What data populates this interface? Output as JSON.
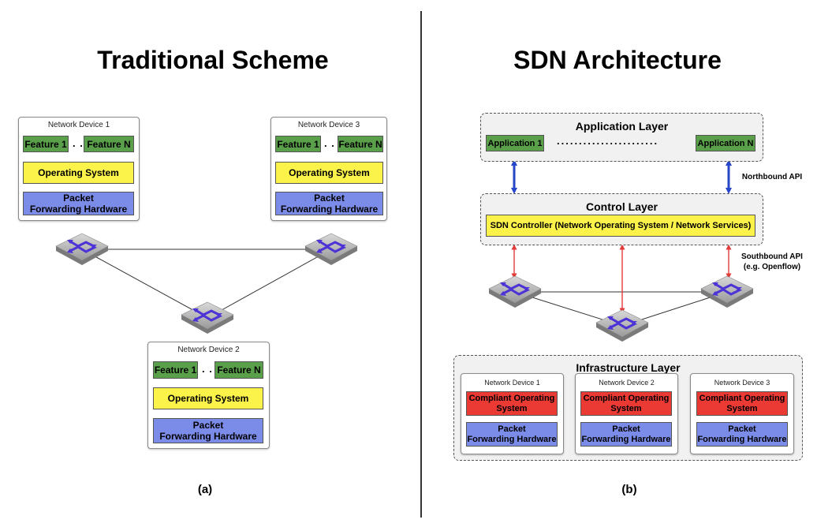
{
  "left": {
    "title": "Traditional Scheme",
    "caption": "(a)",
    "devices": [
      {
        "name": "Network Device 1",
        "feature1": "Feature 1",
        "featureN": "Feature N",
        "os": "Operating System",
        "hw_line1": "Packet",
        "hw_line2": "Forwarding Hardware"
      },
      {
        "name": "Network Device 3",
        "feature1": "Feature 1",
        "featureN": "Feature N",
        "os": "Operating System",
        "hw_line1": "Packet",
        "hw_line2": "Forwarding Hardware"
      },
      {
        "name": "Network Device 2",
        "feature1": "Feature 1",
        "featureN": "Feature N",
        "os": "Operating System",
        "hw_line1": "Packet",
        "hw_line2": "Forwarding Hardware"
      }
    ],
    "ellipsis": ". ."
  },
  "right": {
    "title": "SDN Architecture",
    "caption": "(b)",
    "application_layer": {
      "title": "Application Layer",
      "app1": "Application 1",
      "appN": "Application N",
      "dots": "......................."
    },
    "northbound": "Northbound API",
    "control_layer": {
      "title": "Control Layer",
      "controller": "SDN Controller (Network Operating System / Network Services)"
    },
    "southbound_line1": "Southbound API",
    "southbound_line2": "(e.g. Openflow)",
    "infrastructure_layer": {
      "title": "Infrastructure Layer",
      "devices": [
        {
          "name": "Network Device 1",
          "os_line1": "Compliant Operating",
          "os_line2": "System",
          "hw_line1": "Packet",
          "hw_line2": "Forwarding Hardware"
        },
        {
          "name": "Network Device 2",
          "os_line1": "Compliant Operating",
          "os_line2": "System",
          "hw_line1": "Packet",
          "hw_line2": "Forwarding Hardware"
        },
        {
          "name": "Network Device 3",
          "os_line1": "Compliant Operating",
          "os_line2": "System",
          "hw_line1": "Packet",
          "hw_line2": "Forwarding Hardware"
        }
      ]
    }
  },
  "colors": {
    "feature": "#5aa04a",
    "os": "#fbf34a",
    "hardware": "#7b8ce8",
    "compliant_os": "#ea3a33",
    "north_arrow": "#2846c8",
    "south_arrow": "#e33a3a",
    "switch_arrows": "#4b33d6"
  }
}
